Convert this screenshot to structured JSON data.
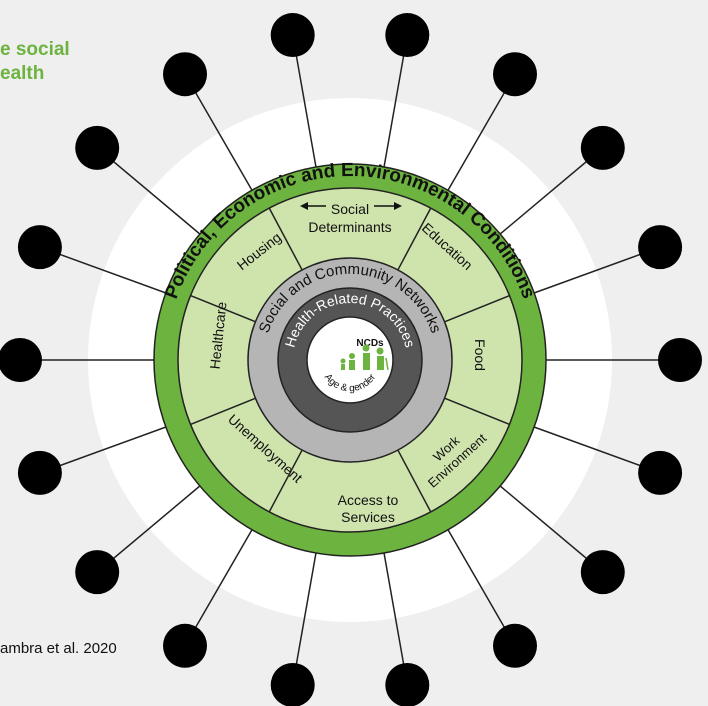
{
  "heading": {
    "line1": "e social",
    "line2": "ealth"
  },
  "citation": "ambra et al. 2020",
  "outer_ring_title": "Political, Economic and Environmental Conditions",
  "social_determinants": {
    "line1": "Social",
    "line2": "Determinants"
  },
  "segments": {
    "housing": "Housing",
    "education": "Education",
    "healthcare": "Healthcare",
    "food": "Food",
    "unemployment": "Unemployment",
    "work_environment": {
      "line1": "Work",
      "line2": "Environment"
    },
    "access_to_services": {
      "line1": "Access to",
      "line2": "Services"
    }
  },
  "networks_ring": "Social and Community Networks",
  "practices_ring": "Health-Related Practices",
  "center": {
    "top": "NCDs",
    "bottom": "Age & gender"
  },
  "colors": {
    "background": "#efefef",
    "outer_band": "#6cb33f",
    "segments": "#cfe3ad",
    "networks_ring": "#b5b5b5",
    "practices_ring": "#555555",
    "dots": "#000000"
  }
}
